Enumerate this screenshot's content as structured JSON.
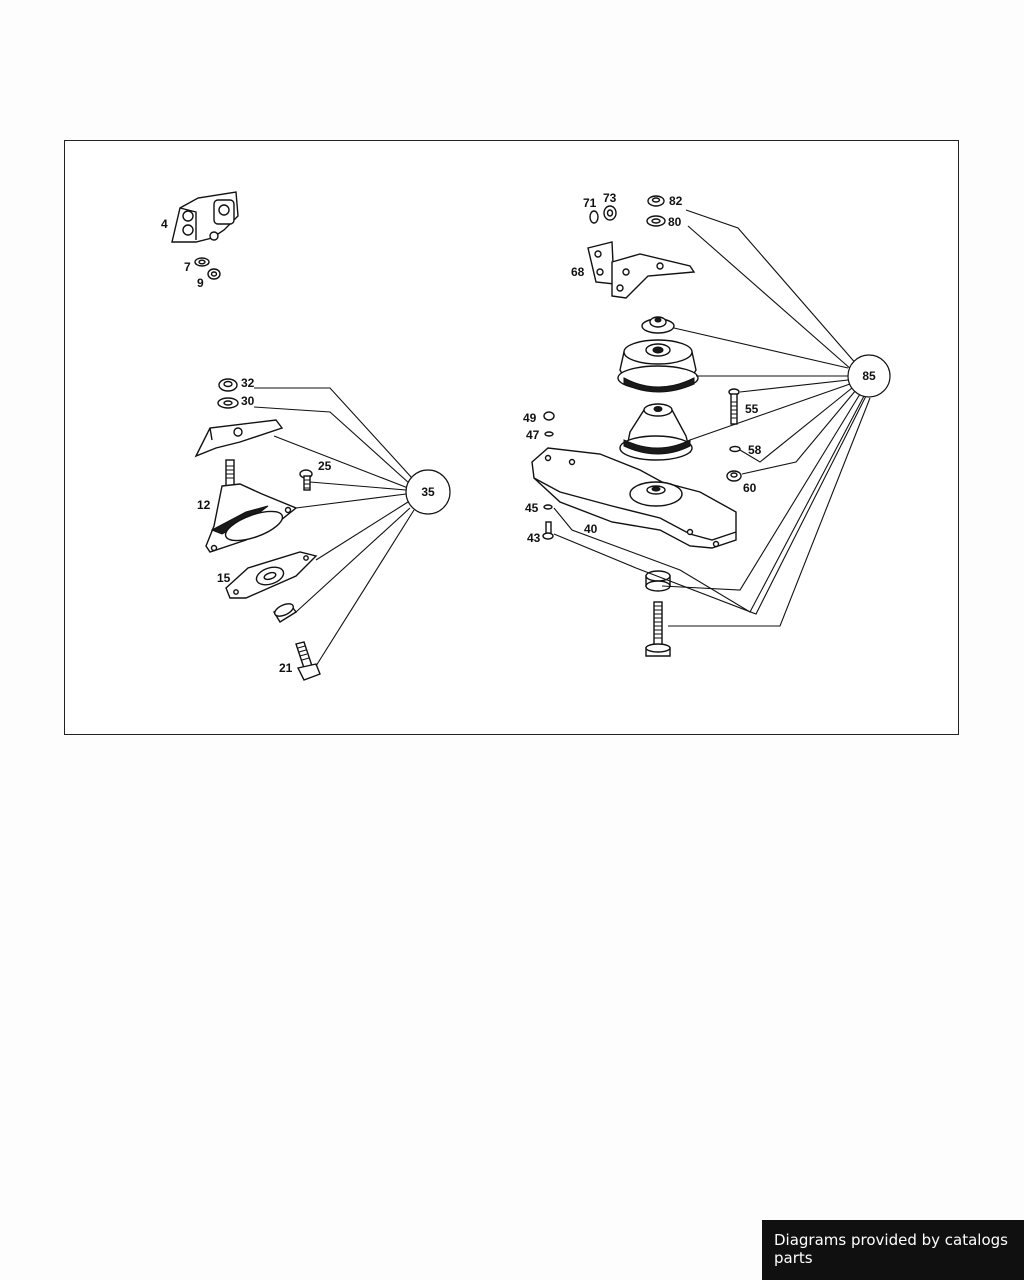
{
  "labels": {
    "l4": "4",
    "l7": "7",
    "l9": "9",
    "l32": "32",
    "l30": "30",
    "l25": "25",
    "l12": "12",
    "l15": "15",
    "l21": "21",
    "l35": "35",
    "l71": "71",
    "l73": "73",
    "l82": "82",
    "l80": "80",
    "l68": "68",
    "l55": "55",
    "l49": "49",
    "l47": "47",
    "l58": "58",
    "l60": "60",
    "l45": "45",
    "l43": "43",
    "l40": "40",
    "l85": "85"
  },
  "footer": {
    "credit": "Diagrams provided by catalogs parts"
  }
}
